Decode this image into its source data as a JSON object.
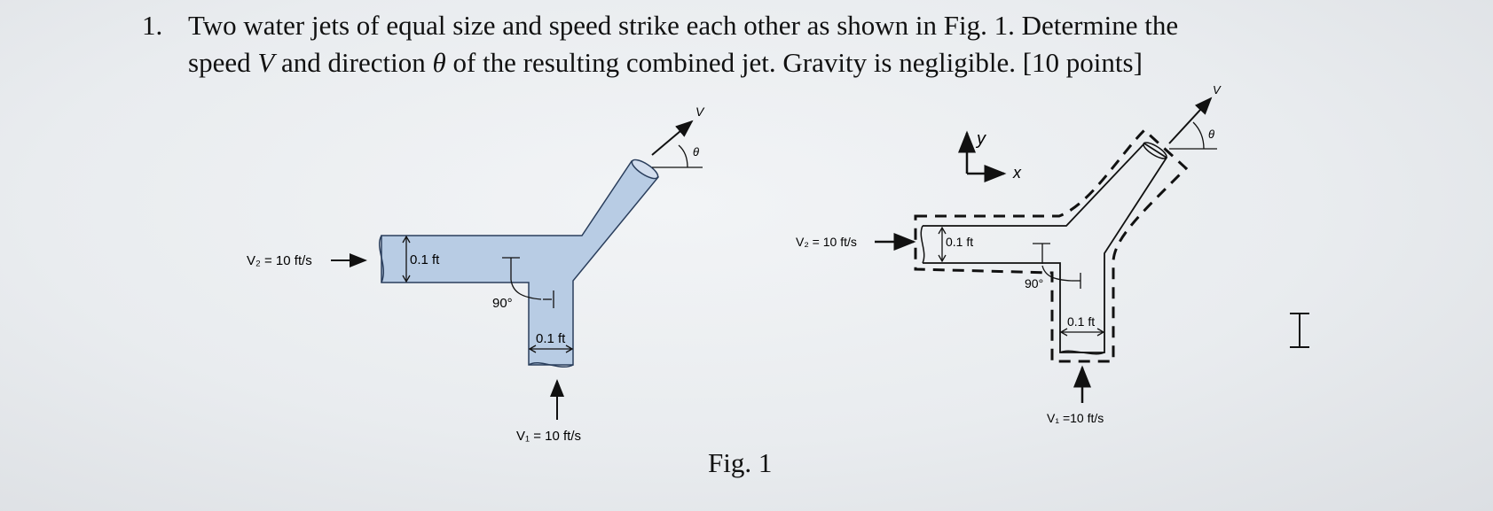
{
  "problem": {
    "number": "1.",
    "line1": "Two water jets of equal size and speed strike each other as shown in Fig. 1. Determine the",
    "line2_pre": "speed",
    "var_V": "V",
    "line2_mid": "and direction",
    "var_theta": "θ",
    "line2_post": "of the resulting combined jet. Gravity is negligible. [10 points]"
  },
  "figure_left": {
    "v2_label": "V₂ = 10 ft/s",
    "v1_label": "V₁ = 10 ft/s",
    "width_label_top": "0.1 ft",
    "width_label_bottom": "0.1 ft",
    "angle_label": "90°",
    "v_label": "V",
    "theta_label": "θ"
  },
  "figure_right": {
    "v2_label": "V₂ = 10 ft/s",
    "v1_label": "V₁ =10 ft/s",
    "width_label_top": "0.1 ft",
    "width_label_bottom": "0.1 ft",
    "angle_label": "90°",
    "v_label": "V",
    "theta_label": "θ",
    "axis_y": "y",
    "axis_x": "x"
  },
  "caption": "Fig. 1",
  "colors": {
    "jet_fill": "#b8cce4",
    "jet_stroke": "#2a3e5c",
    "ink": "#111111"
  }
}
